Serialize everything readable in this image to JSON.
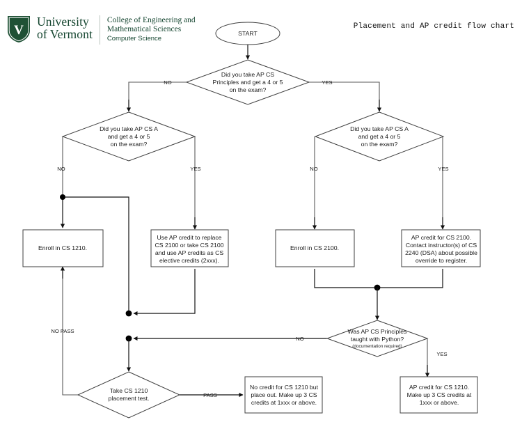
{
  "header": {
    "logo_icon": "uvm-shield-icon",
    "university_line1": "University",
    "university_line2": "of Vermont",
    "college_line1": "College of Engineering and",
    "college_line2": "Mathematical Sciences",
    "department": "Computer Science",
    "chart_title": "Placement and AP credit flow chart"
  },
  "nodes": {
    "start": {
      "label": "START",
      "shape": "terminator"
    },
    "q_principles": {
      "l1": "Did you take AP CS",
      "l2": "Principles and get a 4 or 5",
      "l3": "on the exam?",
      "shape": "decision"
    },
    "q_apcsa_left": {
      "l1": "Did you take AP CS A",
      "l2": "and get a 4 or 5",
      "l3": "on the exam?",
      "shape": "decision"
    },
    "q_apcsa_right": {
      "l1": "Did you take AP CS A",
      "l2": "and get a 4 or 5",
      "l3": "on the exam?",
      "shape": "decision"
    },
    "enroll_1210": {
      "l1": "Enroll in CS 1210.",
      "shape": "process"
    },
    "use_ap_replace": {
      "l1": "Use AP credit to replace",
      "l2": "CS 2100 or take CS 2100",
      "l3": "and use AP credits as CS",
      "l4": "elective credits (2xxx).",
      "shape": "process"
    },
    "enroll_2100": {
      "l1": "Enroll in CS 2100.",
      "shape": "process"
    },
    "ap_credit_2100": {
      "l1": "AP credit for CS 2100.",
      "l2": "Contact instructor(s) of CS",
      "l3": "2240 (DSA) about possible",
      "l4": "override to register.",
      "shape": "process"
    },
    "q_python": {
      "l1": "Was AP CS Principles",
      "l2": "taught with Python?",
      "l3": "(documentation required)",
      "shape": "decision"
    },
    "placement_test": {
      "l1": "Take CS 1210",
      "l2": "placement test.",
      "shape": "decision"
    },
    "no_credit_1210": {
      "l1": "No credit for CS 1210 but",
      "l2": "place out. Make up 3 CS",
      "l3": "credits at 1xxx or above.",
      "shape": "process"
    },
    "ap_credit_1210": {
      "l1": "AP credit for CS 1210.",
      "l2": "Make up 3 CS credits at",
      "l3": "1xxx or above.",
      "shape": "process"
    }
  },
  "edges": {
    "principles_no": "NO",
    "principles_yes": "YES",
    "apcsa_left_no": "NO",
    "apcsa_left_yes": "YES",
    "apcsa_right_no": "NO",
    "apcsa_right_yes": "YES",
    "python_no": "NO",
    "python_yes": "YES",
    "placement_pass": "PASS",
    "placement_no_pass": "NO PASS"
  },
  "colors": {
    "brand_green": "#14452f",
    "stroke": "#3f3f3f",
    "link": "#5a5a5a",
    "background": "#ffffff"
  }
}
